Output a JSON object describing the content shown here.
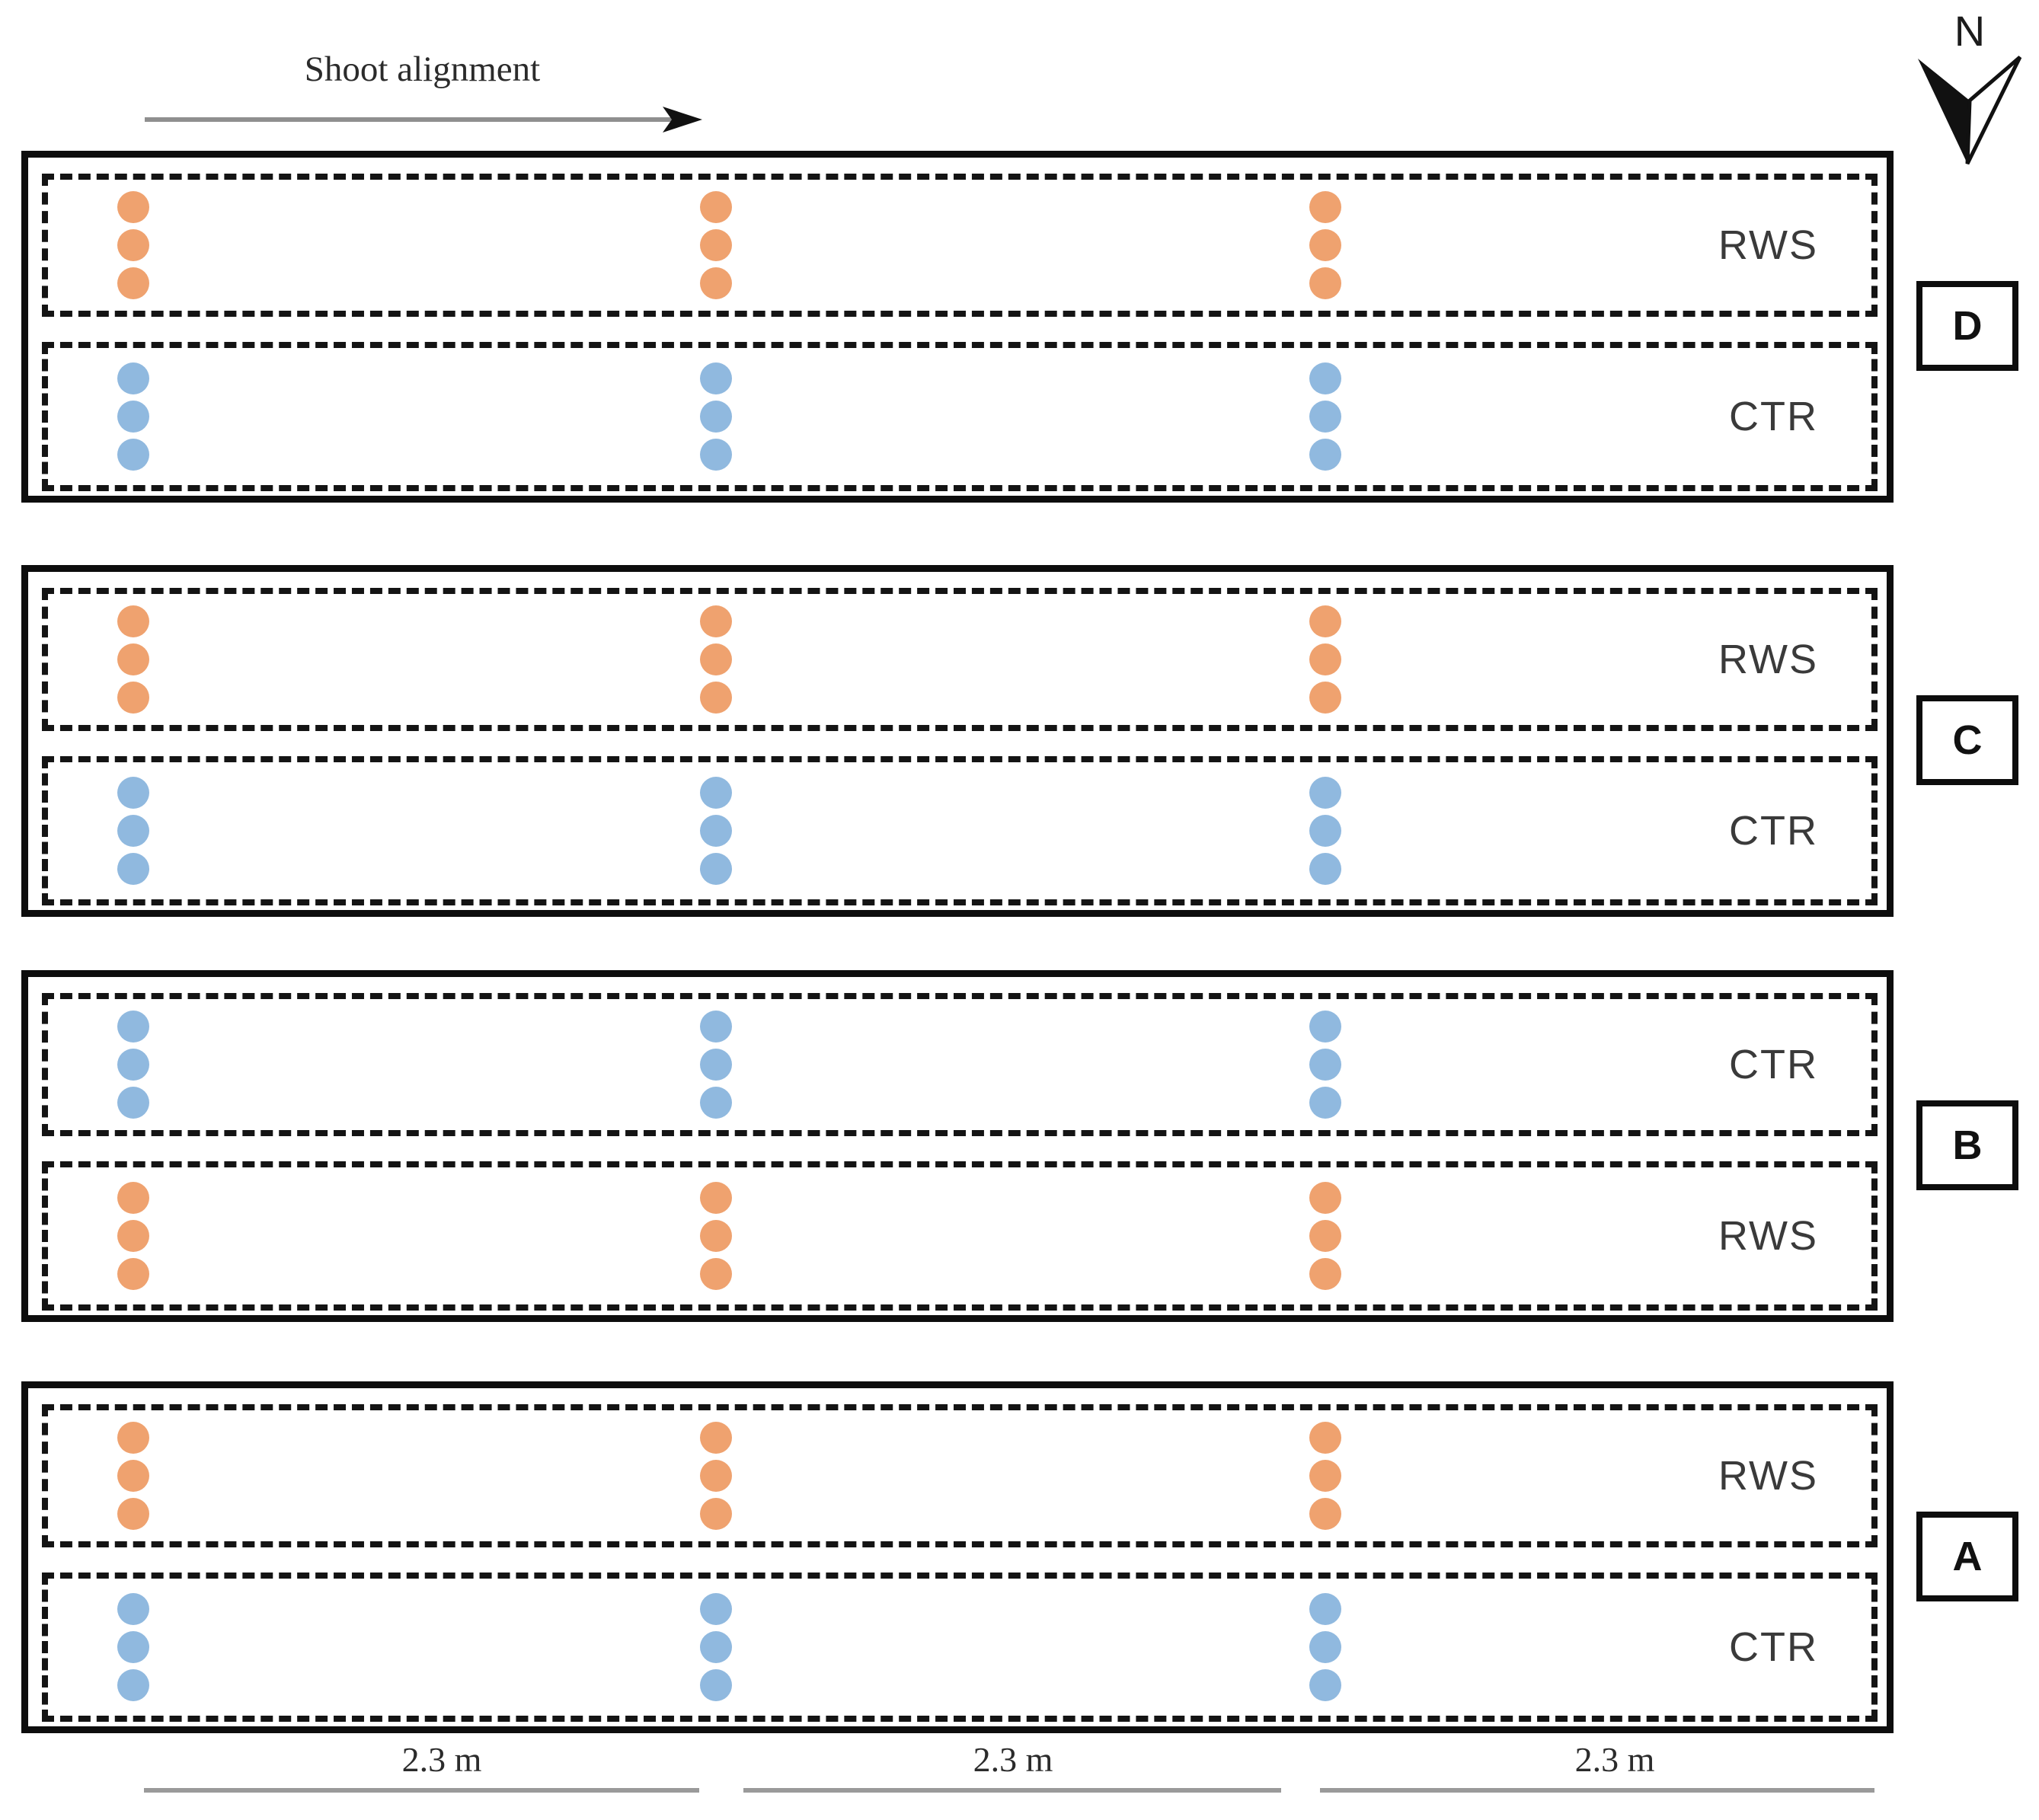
{
  "header": {
    "shoot_alignment_label": "Shoot alignment"
  },
  "compass": {
    "north_label": "N"
  },
  "treatments": {
    "RWS": {
      "label": "RWS",
      "dot_color": "#EFA26F"
    },
    "CTR": {
      "label": "CTR",
      "dot_color": "#90B9DF"
    }
  },
  "blocks": [
    {
      "id": "D",
      "rows": [
        {
          "treatment": "RWS",
          "label": "RWS"
        },
        {
          "treatment": "CTR",
          "label": "CTR"
        }
      ]
    },
    {
      "id": "C",
      "rows": [
        {
          "treatment": "RWS",
          "label": "RWS"
        },
        {
          "treatment": "CTR",
          "label": "CTR"
        }
      ]
    },
    {
      "id": "B",
      "rows": [
        {
          "treatment": "CTR",
          "label": "CTR"
        },
        {
          "treatment": "RWS",
          "label": "RWS"
        }
      ]
    },
    {
      "id": "A",
      "rows": [
        {
          "treatment": "RWS",
          "label": "RWS"
        },
        {
          "treatment": "CTR",
          "label": "CTR"
        }
      ]
    }
  ],
  "plants": {
    "clusters_per_row": 3,
    "dots_per_cluster": 3
  },
  "scale_bar": {
    "segments": [
      {
        "label": "2.3 m"
      },
      {
        "label": "2.3 m"
      },
      {
        "label": "2.3 m"
      }
    ]
  },
  "colors": {
    "rws_dot": "#EFA26F",
    "ctr_dot": "#90B9DF",
    "outline": "#0d0d0d",
    "dashed_outline": "#141414",
    "measure_line": "#9a9a9a",
    "arrow_line": "#8f8f8f",
    "arrowhead": "#111111",
    "label_text": "#3a3a3a"
  }
}
